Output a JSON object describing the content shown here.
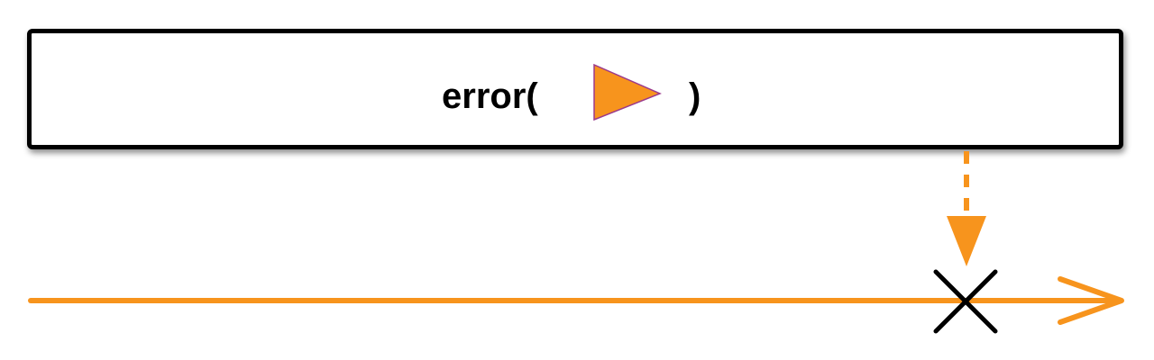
{
  "operator": {
    "function_label": "error(",
    "close_label": ")",
    "argument_icon": "orange-triangle-icon"
  },
  "timeline": {
    "direction": "right",
    "terminated_with": "error",
    "terminal_icon": "x-error-icon"
  },
  "colors": {
    "timeline": "#f7941d",
    "argument_fill": "#f7941d",
    "argument_stroke": "#9b3a8c",
    "box_border": "#000000",
    "error_mark": "#000000"
  }
}
